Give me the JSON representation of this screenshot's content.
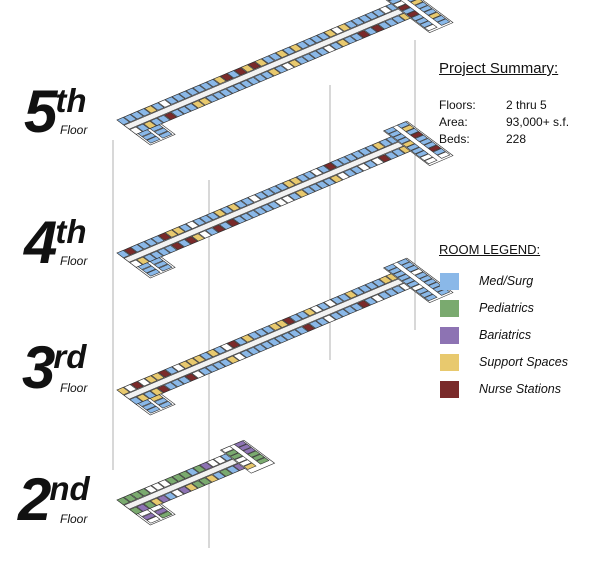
{
  "floors": [
    {
      "number": "5",
      "suffix": "th",
      "word": "Floor"
    },
    {
      "number": "4",
      "suffix": "th",
      "word": "Floor"
    },
    {
      "number": "3",
      "suffix": "rd",
      "word": "Floor"
    },
    {
      "number": "2",
      "suffix": "nd",
      "word": "Floor"
    }
  ],
  "summary": {
    "title": "Project Summary:",
    "rows": [
      {
        "key": "Floors:",
        "value": "2 thru 5"
      },
      {
        "key": "Area:",
        "value": "93,000+ s.f."
      },
      {
        "key": "Beds:",
        "value": "228"
      }
    ]
  },
  "legend": {
    "title": "ROOM LEGEND:",
    "items": [
      {
        "label": "Med/Surg",
        "color": "#8ab8e8"
      },
      {
        "label": "Pediatrics",
        "color": "#7aaa6f"
      },
      {
        "label": "Bariatrics",
        "color": "#8d73b3"
      },
      {
        "label": "Support Spaces",
        "color": "#e8c96e"
      },
      {
        "label": "Nurse Stations",
        "color": "#7a2a2a"
      }
    ]
  },
  "colors": {
    "med_surg": "#8ab8e8",
    "pediatrics": "#7aaa6f",
    "bariatrics": "#8d73b3",
    "support": "#e8c96e",
    "nurse": "#7a2a2a",
    "corridor": "#f2f2f2",
    "outline": "#333333",
    "shaft": "#aaaaaa"
  }
}
